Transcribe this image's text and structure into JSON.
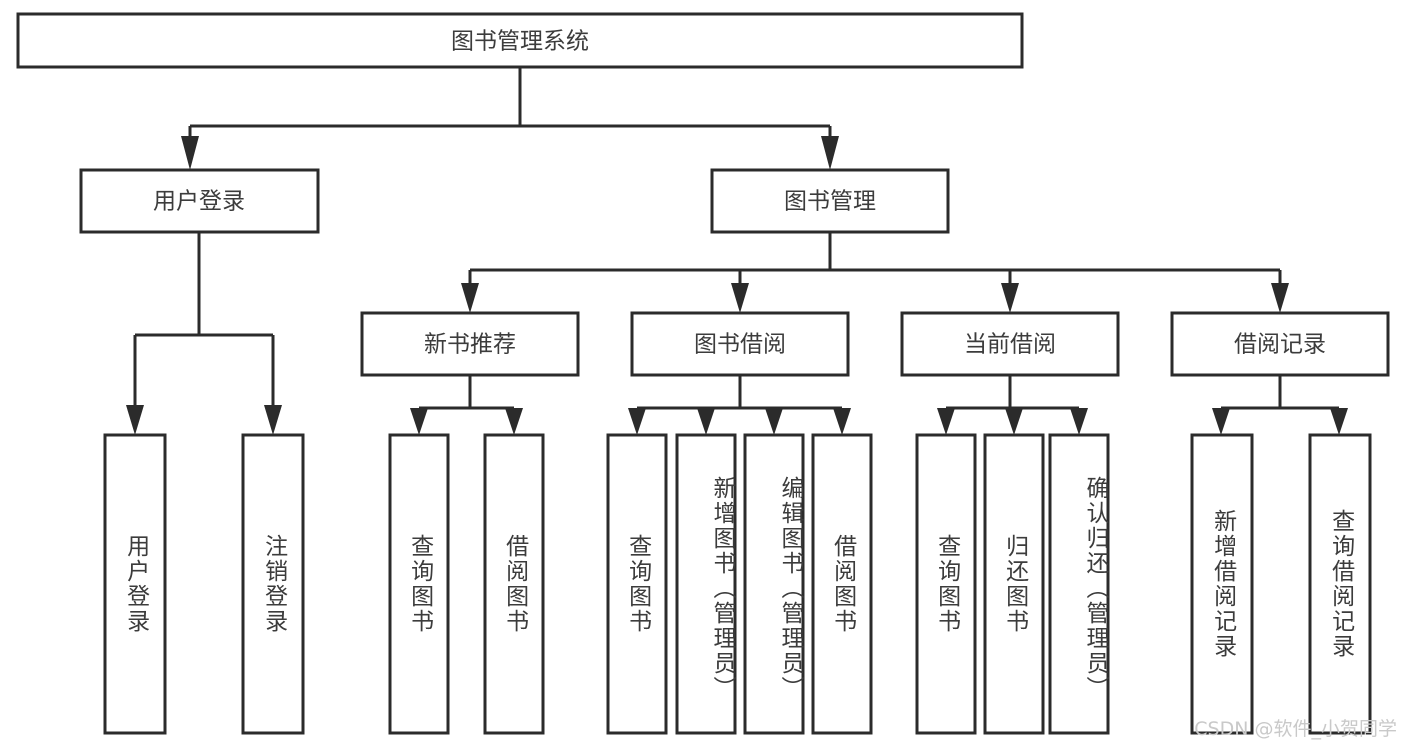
{
  "diagram": {
    "type": "hierarchy-tree",
    "title": "图书管理系统",
    "watermark": "CSDN @软件_小贺同学",
    "colors": {
      "background": "#ffffff",
      "node_border": "#2b2b2b",
      "node_fill": "#ffffff",
      "text": "#3c3c3c",
      "connector": "#2b2b2b",
      "watermark": "#c9c9c9"
    },
    "levels": {
      "root": {
        "label": "图书管理系统"
      },
      "level2": [
        {
          "label": "用户登录"
        },
        {
          "label": "图书管理"
        }
      ],
      "level3": [
        {
          "label": "新书推荐"
        },
        {
          "label": "图书借阅"
        },
        {
          "label": "当前借阅"
        },
        {
          "label": "借阅记录"
        }
      ],
      "leaves": {
        "user_login": [
          "用户登录",
          "注销登录"
        ],
        "new_book_recommend": [
          "查询图书",
          "借阅图书"
        ],
        "book_borrow": [
          "查询图书",
          "新增图书（管理员）",
          "编辑图书（管理员）",
          "借阅图书"
        ],
        "current_borrow": [
          "查询图书",
          "归还图书",
          "确认归还（管理员）"
        ],
        "borrow_record": [
          "新增借阅记录",
          "查询借阅记录"
        ]
      }
    }
  },
  "chart_data": {
    "type": "table",
    "title": "图书管理系统",
    "nodes": [
      {
        "id": "root",
        "label": "图书管理系统",
        "level": 1,
        "parent": null
      },
      {
        "id": "user-login",
        "label": "用户登录",
        "level": 2,
        "parent": "root"
      },
      {
        "id": "book-manage",
        "label": "图书管理",
        "level": 2,
        "parent": "root"
      },
      {
        "id": "new-book",
        "label": "新书推荐",
        "level": 3,
        "parent": "book-manage"
      },
      {
        "id": "book-borrow",
        "label": "图书借阅",
        "level": 3,
        "parent": "book-manage"
      },
      {
        "id": "current-borrow",
        "label": "当前借阅",
        "level": 3,
        "parent": "book-manage"
      },
      {
        "id": "borrow-record",
        "label": "借阅记录",
        "level": 3,
        "parent": "book-manage"
      },
      {
        "id": "leaf-1",
        "label": "用户登录",
        "level": 4,
        "parent": "user-login"
      },
      {
        "id": "leaf-2",
        "label": "注销登录",
        "level": 4,
        "parent": "user-login"
      },
      {
        "id": "leaf-3",
        "label": "查询图书",
        "level": 4,
        "parent": "new-book"
      },
      {
        "id": "leaf-4",
        "label": "借阅图书",
        "level": 4,
        "parent": "new-book"
      },
      {
        "id": "leaf-5",
        "label": "查询图书",
        "level": 4,
        "parent": "book-borrow"
      },
      {
        "id": "leaf-6",
        "label": "新增图书（管理员）",
        "level": 4,
        "parent": "book-borrow"
      },
      {
        "id": "leaf-7",
        "label": "编辑图书（管理员）",
        "level": 4,
        "parent": "book-borrow"
      },
      {
        "id": "leaf-8",
        "label": "借阅图书",
        "level": 4,
        "parent": "book-borrow"
      },
      {
        "id": "leaf-9",
        "label": "查询图书",
        "level": 4,
        "parent": "current-borrow"
      },
      {
        "id": "leaf-10",
        "label": "归还图书",
        "level": 4,
        "parent": "current-borrow"
      },
      {
        "id": "leaf-11",
        "label": "确认归还（管理员）",
        "level": 4,
        "parent": "current-borrow"
      },
      {
        "id": "leaf-12",
        "label": "新增借阅记录",
        "level": 4,
        "parent": "borrow-record"
      },
      {
        "id": "leaf-13",
        "label": "查询借阅记录",
        "level": 4,
        "parent": "borrow-record"
      }
    ]
  }
}
